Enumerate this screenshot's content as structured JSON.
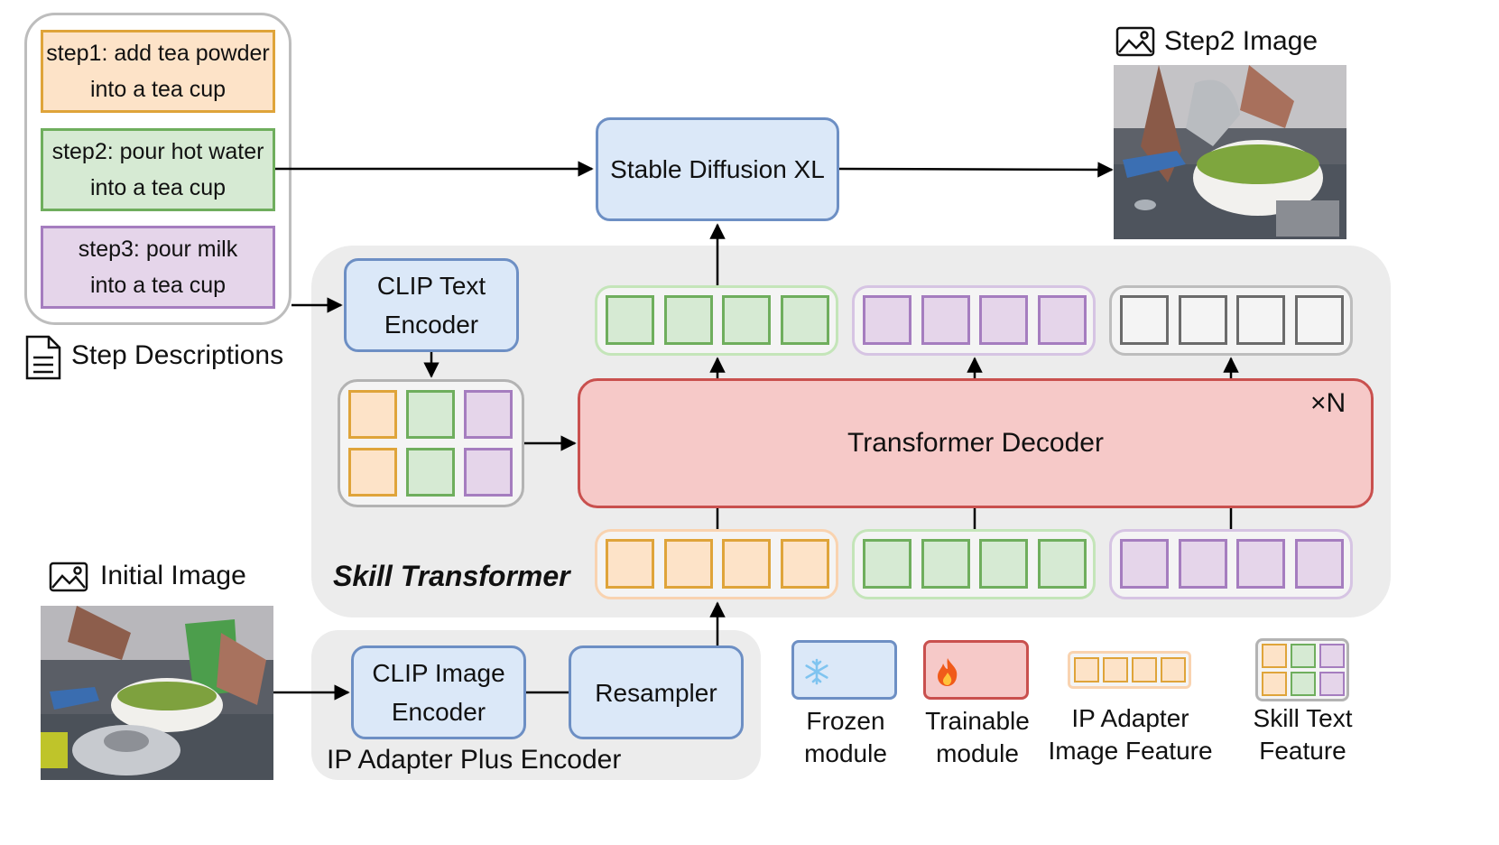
{
  "steps": [
    {
      "text": "step1: add tea powder into a tea cup"
    },
    {
      "text": "step2: pour hot water into a tea cup"
    },
    {
      "text": "step3: pour milk into a tea cup"
    }
  ],
  "labels": {
    "step_descriptions": "Step Descriptions",
    "initial_image": "Initial Image",
    "step2_image": "Step2 Image",
    "skill_transformer": "Skill Transformer",
    "ip_adapter_plus_encoder": "IP Adapter Plus Encoder",
    "times_n": "×N"
  },
  "modules": {
    "stable_diffusion": "Stable Diffusion XL",
    "clip_text_encoder": "CLIP Text Encoder",
    "clip_image_encoder": "CLIP Image Encoder",
    "resampler": "Resampler",
    "transformer_decoder": "Transformer Decoder"
  },
  "legend": {
    "frozen": "Frozen module",
    "trainable": "Trainable module",
    "ip_feature": "IP Adapter Image Feature",
    "skill_feature": "Skill Text Feature"
  },
  "colors": {
    "orange_border": "#dfa43a",
    "orange_fill": "#fde3c8",
    "green_border": "#6fae5d",
    "green_fill": "#d6ead3",
    "purple_border": "#a57dbf",
    "purple_fill": "#e5d5ea",
    "blue_border": "#6d8fc4",
    "blue_fill": "#dbe8f8",
    "red_border": "#c9504e",
    "red_fill": "#f6c9c8",
    "gray_border": "#6b6b6b"
  }
}
